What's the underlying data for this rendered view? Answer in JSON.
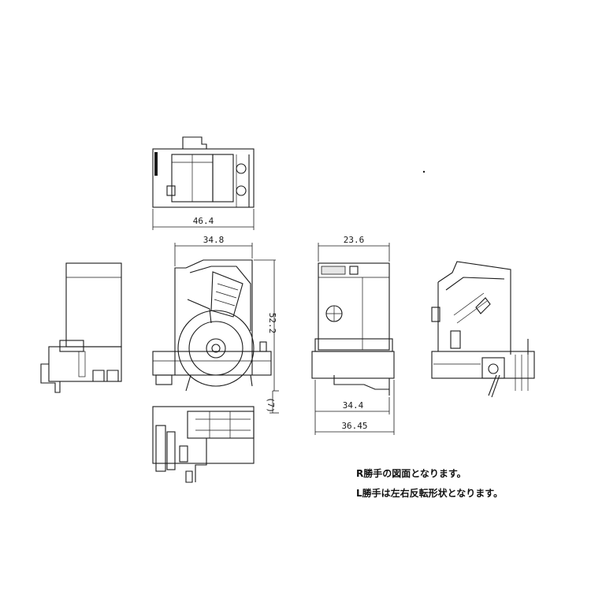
{
  "dimensions": {
    "top_width": "46.4",
    "front_width": "34.8",
    "front_height": "52.2",
    "front_offset": "(7)",
    "side_width": "23.6",
    "base_width": "34.4",
    "overall_width": "36.45"
  },
  "notes": {
    "line1": "R勝手の図面となります。",
    "line2": "L勝手は左右反転形状となります。"
  },
  "colors": {
    "line": "#1a1a1a",
    "fill": "#e6e6e6"
  }
}
